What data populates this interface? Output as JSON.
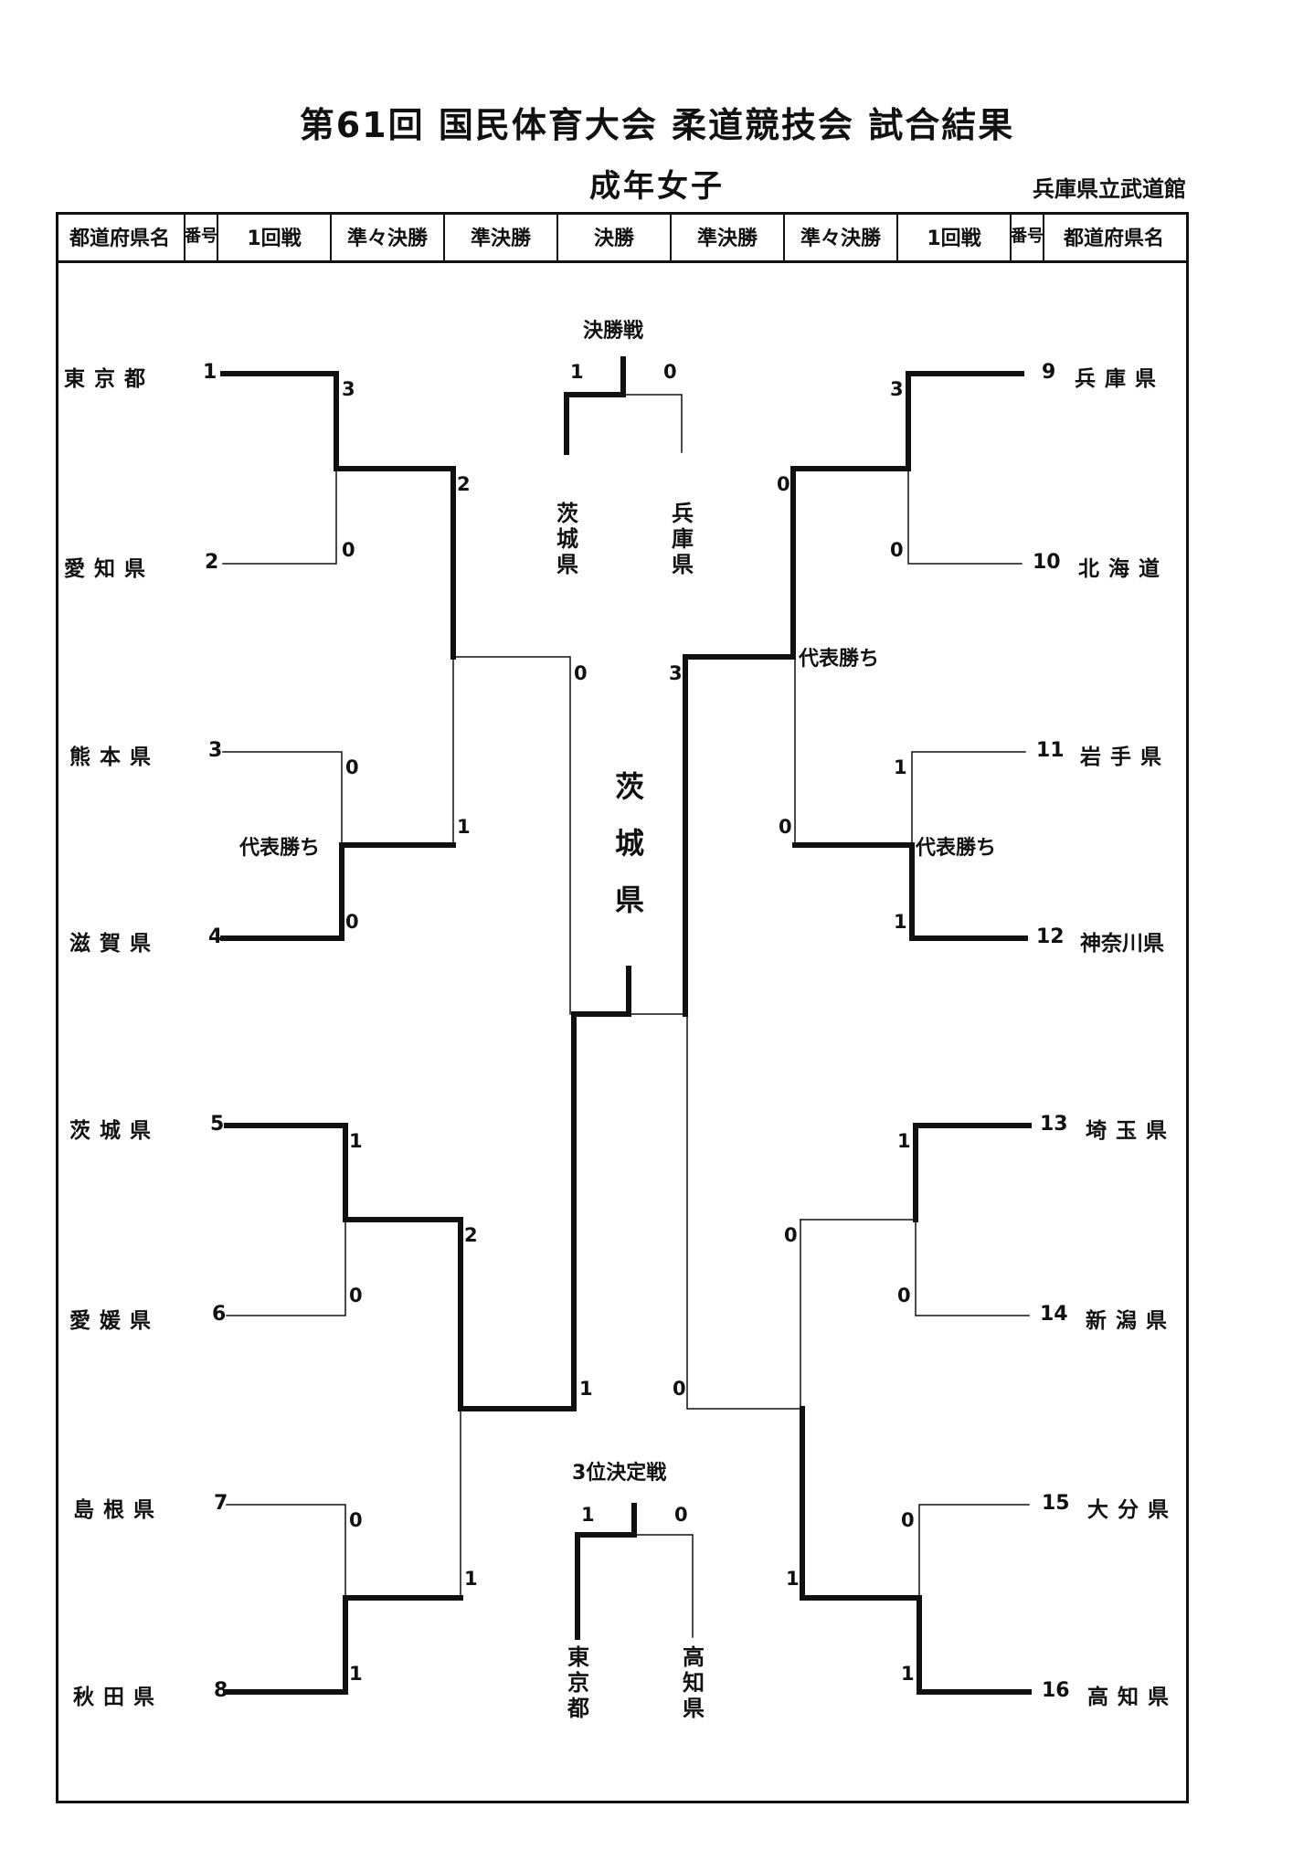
{
  "header": {
    "title": "第61回  国民体育大会  柔道競技会  試合結果",
    "subtitle": "成年女子",
    "venue": "兵庫県立武道館"
  },
  "table_header": {
    "pref_left": "都道府県名",
    "num": "番号",
    "round1_left": "1回戦",
    "qf_left": "準々決勝",
    "sf_left": "準決勝",
    "final": "決勝",
    "sf_right": "準決勝",
    "qf_right": "準々決勝",
    "round1_right": "1回戦",
    "pref_right": "都道府県名"
  },
  "teams_left": [
    {
      "name": "東京都",
      "num": "1"
    },
    {
      "name": "愛知県",
      "num": "2"
    },
    {
      "name": "熊本県",
      "num": "3"
    },
    {
      "name": "滋賀県",
      "num": "4"
    },
    {
      "name": "茨城県",
      "num": "5"
    },
    {
      "name": "愛媛県",
      "num": "6"
    },
    {
      "name": "島根県",
      "num": "7"
    },
    {
      "name": "秋田県",
      "num": "8"
    }
  ],
  "teams_right": [
    {
      "name": "兵庫県",
      "num": "9"
    },
    {
      "name": "北海道",
      "num": "10"
    },
    {
      "name": "岩手県",
      "num": "11"
    },
    {
      "name": "神奈川県",
      "num": "12"
    },
    {
      "name": "埼玉県",
      "num": "13"
    },
    {
      "name": "新潟県",
      "num": "14"
    },
    {
      "name": "大分県",
      "num": "15"
    },
    {
      "name": "高知県",
      "num": "16"
    }
  ],
  "scores": {
    "l_r1": [
      "3",
      "0",
      "0",
      "0",
      "1",
      "0",
      "0",
      "1"
    ],
    "l_qf": [
      "2",
      "1",
      "2",
      "1"
    ],
    "l_sf": [
      "0",
      "1"
    ],
    "r_r1": [
      "3",
      "0",
      "1",
      "1",
      "1",
      "0",
      "0",
      "1"
    ],
    "r_qf": [
      "0",
      "0",
      "0",
      "1"
    ],
    "r_sf": [
      "3",
      "0"
    ]
  },
  "rep_win": "代表勝ち",
  "final": {
    "label": "決勝戦",
    "left_score": "1",
    "right_score": "0",
    "left_team": "茨城県",
    "right_team": "兵庫県"
  },
  "champion": "茨城県",
  "third_place": {
    "label": "3位決定戦",
    "left_score": "1",
    "right_score": "0",
    "left_team": "東京都",
    "right_team": "高知県"
  }
}
